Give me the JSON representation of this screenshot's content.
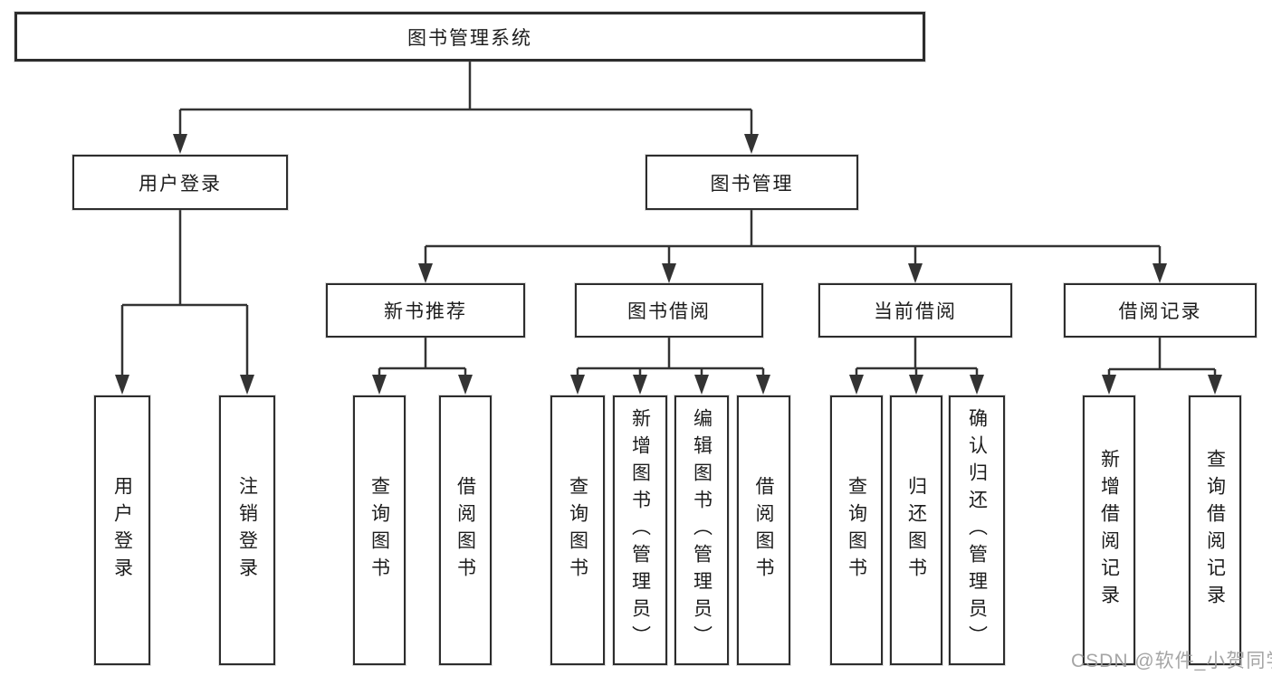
{
  "tree": {
    "root": "图书管理系统",
    "children": [
      {
        "label": "用户登录",
        "children": [
          "用户登录",
          "注销登录"
        ]
      },
      {
        "label": "图书管理",
        "children": [
          {
            "label": "新书推荐",
            "children": [
              "查询图书",
              "借阅图书"
            ]
          },
          {
            "label": "图书借阅",
            "children": [
              "查询图书",
              "新增图书（管理员）",
              "编辑图书（管理员）",
              "借阅图书"
            ]
          },
          {
            "label": "当前借阅",
            "children": [
              "查询图书",
              "归还图书",
              "确认归还（管理员）"
            ]
          },
          {
            "label": "借阅记录",
            "children": [
              "新增借阅记录",
              "查询借阅记录"
            ]
          }
        ]
      }
    ]
  },
  "watermark": {
    "text": "CSDN @软件_小贺同学"
  },
  "colors": {
    "line": "#333333",
    "node_border": "#2d2d2d",
    "node_background": "#ffffff",
    "text": "#1c1c1c",
    "watermark": "#9b9b9b",
    "page_background": "#ffffff"
  }
}
